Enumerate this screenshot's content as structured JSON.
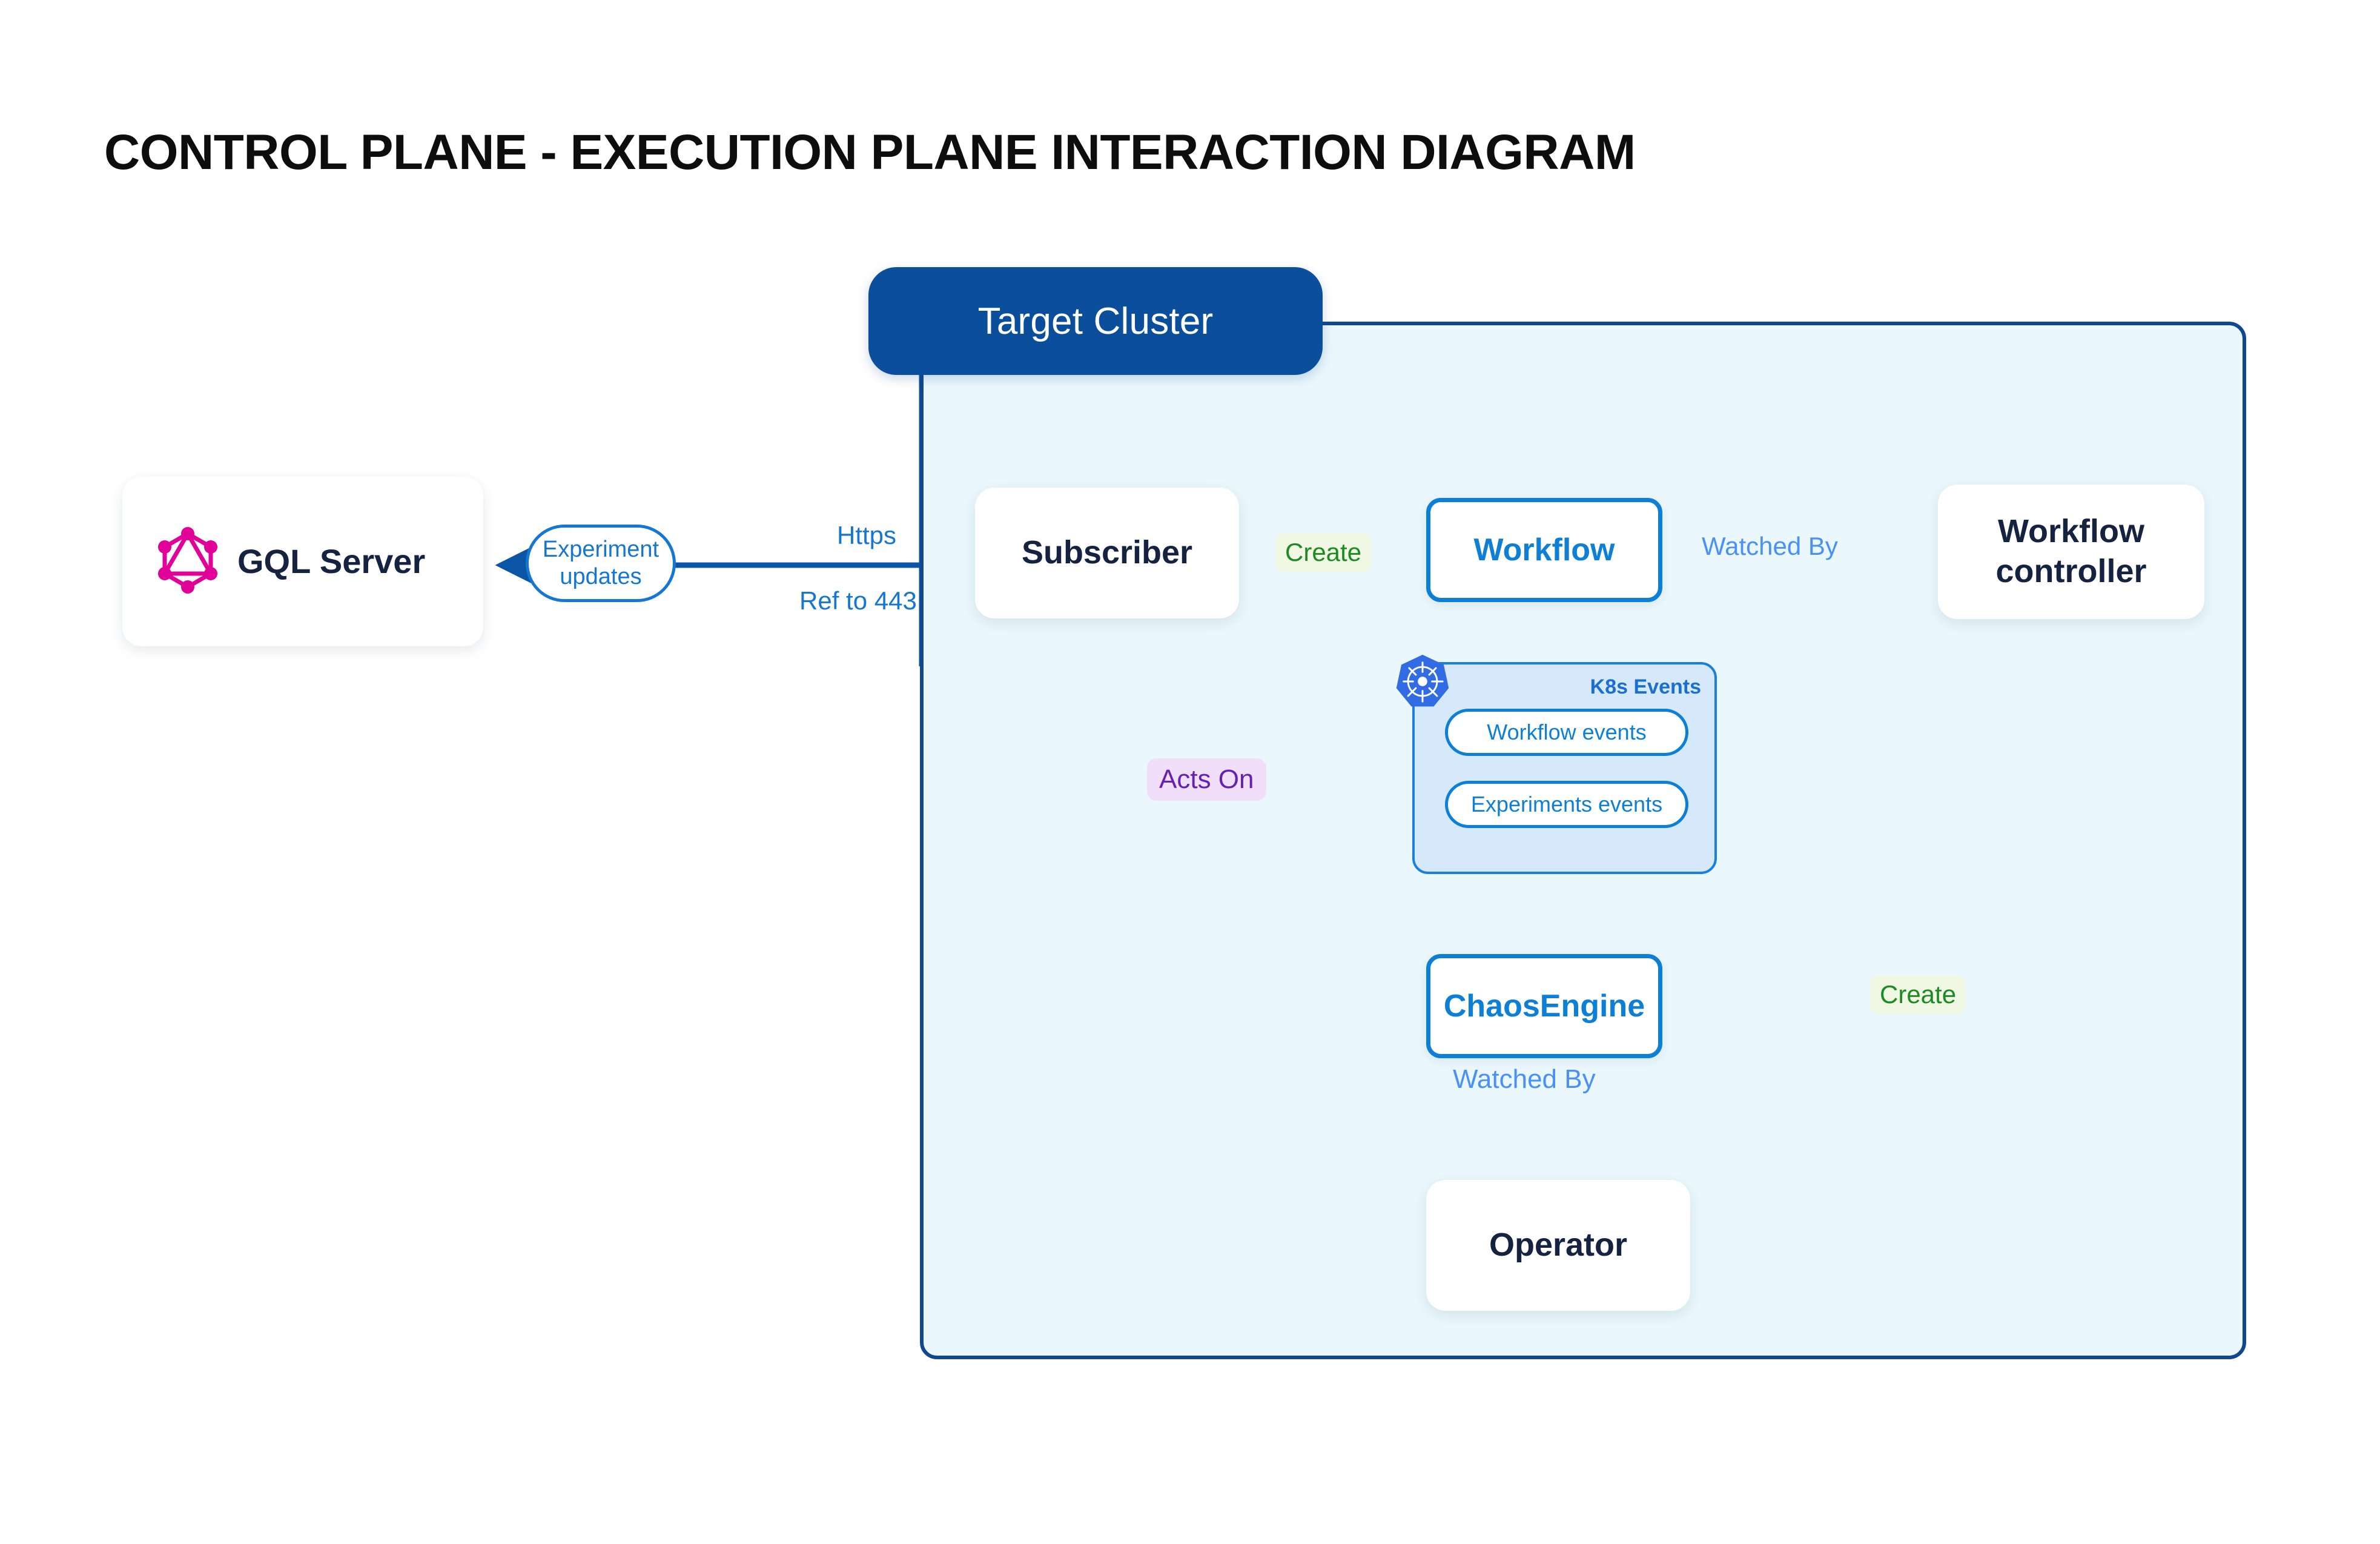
{
  "page": {
    "title": "CONTROL PLANE - EXECUTION PLANE INTERACTION DIAGRAM"
  },
  "cluster": {
    "name": "Target Cluster",
    "border_color": "#11478f",
    "fill_color": "#eaf8fd",
    "pill_color": "#0b4e9b"
  },
  "nodes": {
    "gql_server": {
      "label": "GQL Server",
      "icon": "graphql-icon",
      "icon_color": "#e10098"
    },
    "subscriber": {
      "label": "Subscriber"
    },
    "workflow": {
      "label": "Workflow",
      "accent": "#0d7fd6"
    },
    "workflow_controller": {
      "label": "Workflow controller"
    },
    "chaosengine": {
      "label": "ChaosEngine",
      "accent": "#0d7fd6"
    },
    "operator": {
      "label": "Operator"
    }
  },
  "k8s_events": {
    "title": "K8s Events",
    "icon": "kubernetes-icon",
    "icon_color": "#326ce5",
    "chips": [
      {
        "label": "Workflow events"
      },
      {
        "label": "Experiments events"
      }
    ]
  },
  "edges": {
    "experiment_updates": {
      "label": "Experiment updates",
      "color": "#1577d1"
    },
    "https": {
      "label": "Https",
      "color": "#1577d1"
    },
    "ref_to_443": {
      "label": "Ref to 443",
      "color": "#1577d1"
    },
    "create_workflow": {
      "label": "Create",
      "color": "#1d8a23",
      "bg": "#f0f7e3"
    },
    "watched_by_workflow": {
      "label": "Watched By",
      "color": "#4b90f7"
    },
    "acts_on": {
      "label": "Acts On",
      "color": "#6321b5",
      "bg": "#f1def9"
    },
    "create_chaosengine": {
      "label": "Create",
      "color": "#1d8a23",
      "bg": "#f0f7e3"
    },
    "watched_by_operator": {
      "label": "Watched By",
      "color": "#4b90f7"
    }
  }
}
